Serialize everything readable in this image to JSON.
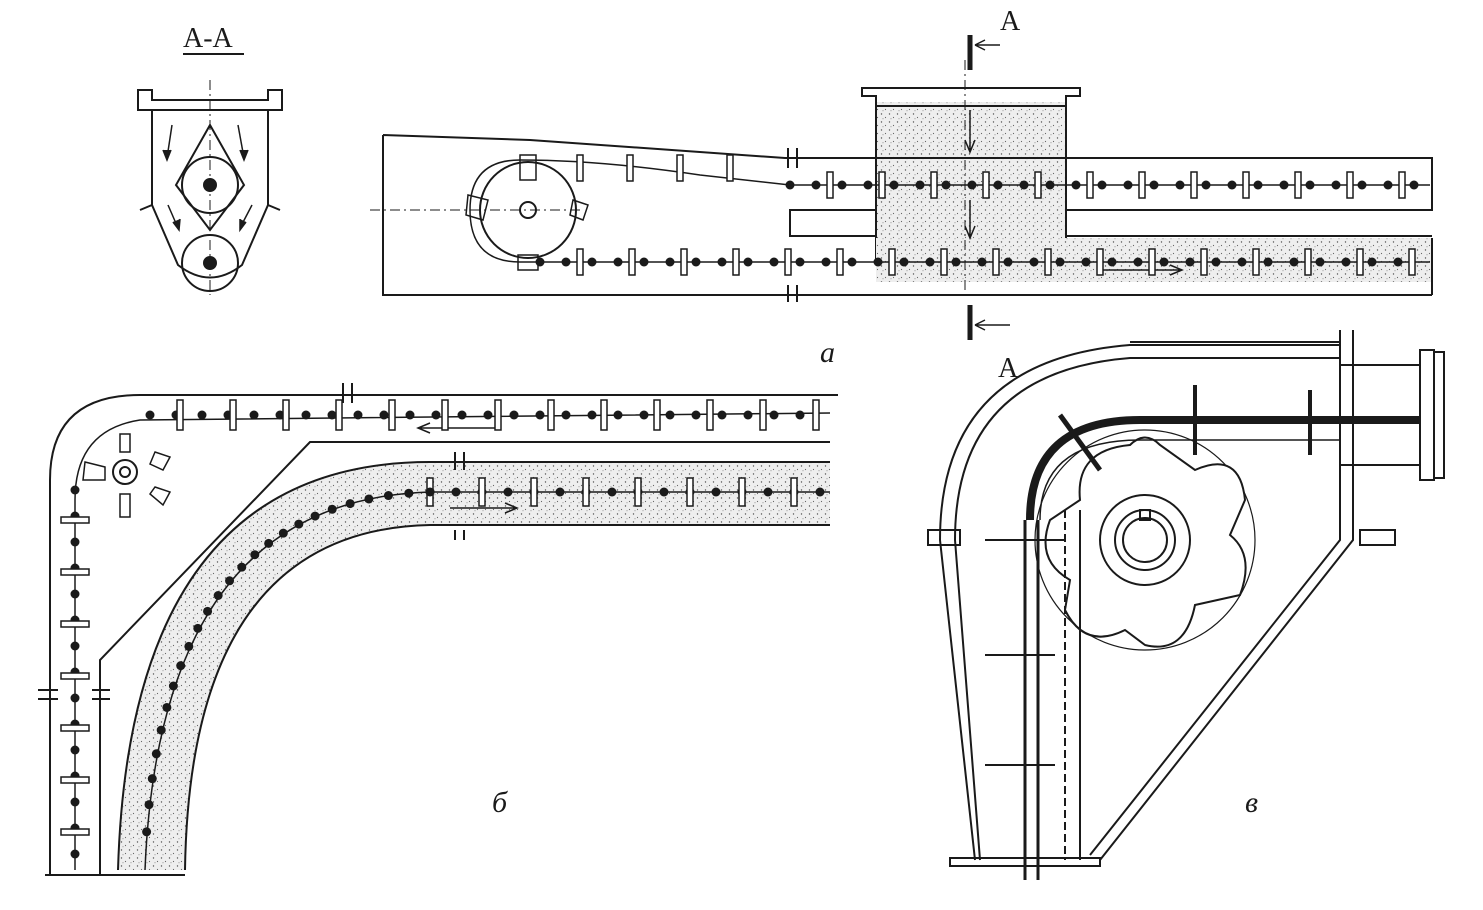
{
  "labels": {
    "section_title": "А-А",
    "section_mark_top": "А",
    "section_mark_bottom": "А",
    "view_a": "а",
    "view_b": "б",
    "view_v": "в"
  },
  "colors": {
    "ink": "#1a1a1a",
    "fill": "#e6e6e6",
    "background": "#ffffff"
  }
}
